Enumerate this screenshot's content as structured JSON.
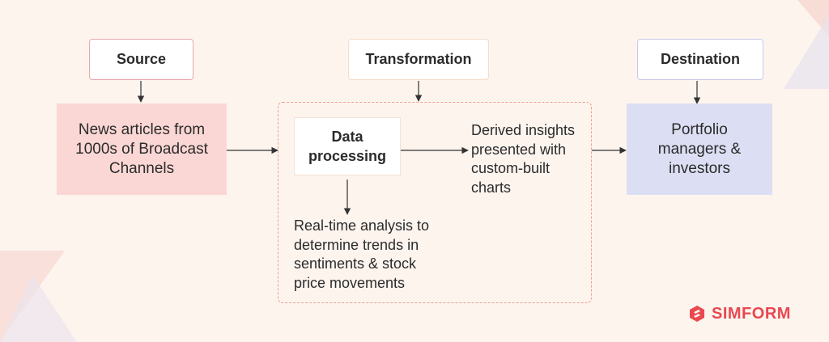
{
  "colors": {
    "background": "#fdf4ee",
    "source_box": "#fad7d4",
    "destination_box": "#dcdff3",
    "source_label_border": "#e8a7ad",
    "transformation_label_border": "#f4dcc8",
    "destination_label_border": "#c9c9ec",
    "dashed_region": "#f0a08e",
    "brand": "#ea4850"
  },
  "labels": {
    "source": "Source",
    "transformation": "Transformation",
    "destination": "Destination"
  },
  "nodes": {
    "source": "News articles from\n1000s of Broadcast\nChannels",
    "data_processing": "Data\nprocessing",
    "insights": "Derived insights\npresented with\ncustom-built\ncharts",
    "analysis": "Real-time analysis to\ndetermine trends in\nsentiments & stock\nprice movements",
    "destination": "Portfolio\nmanagers &\ninvestors"
  },
  "logo": {
    "text": "SIMFORM",
    "icon": "simform-logo-icon"
  }
}
